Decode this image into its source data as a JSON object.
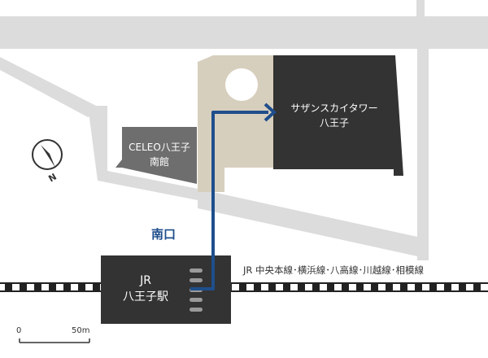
{
  "map": {
    "colors": {
      "road": "#dcdcdc",
      "plaza": "#d7cfbd",
      "building_dark": "#333333",
      "building_gray": "#6e6e6e",
      "route": "#1f4e8c"
    },
    "buildings": {
      "tower": {
        "line1": "サザンスカイタワー",
        "line2": "八王子"
      },
      "celeo": {
        "line1": "CELEO八王子",
        "line2": "南館"
      },
      "station": {
        "line1": "JR",
        "line2": "八王子駅"
      }
    },
    "exit_label": "南口",
    "rail_lines_label": "JR 中央本線･横浜線･八高線･川越線･相模線",
    "scale": {
      "start": "0",
      "end": "50m"
    },
    "compass": {
      "north": "N",
      "icon": "compass-icon"
    }
  }
}
